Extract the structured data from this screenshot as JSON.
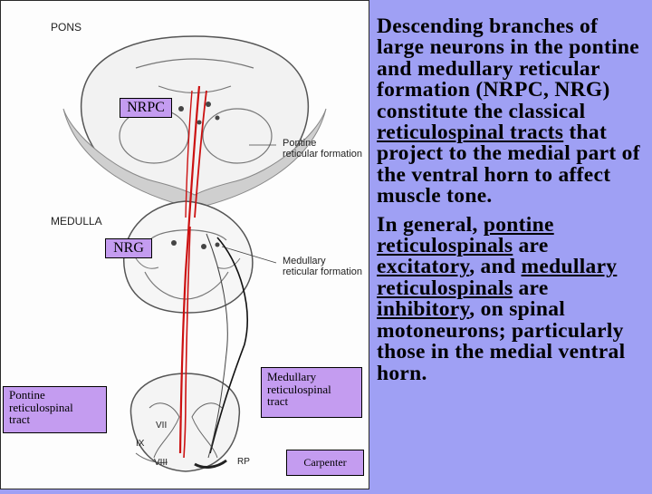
{
  "figure": {
    "labels": {
      "pons": "PONS",
      "medulla": "MEDULLA",
      "pontine_rf": [
        "Pontine",
        "reticular formation"
      ],
      "medullary_rf": [
        "Medullary",
        "reticular formation"
      ],
      "roman_7": "VII",
      "roman_9": "IX",
      "roman_8": "VIII",
      "initials": "RP"
    },
    "boxes": {
      "nrpc": "NRPC",
      "nrg": "NRG",
      "pontine_tract": [
        "Pontine",
        "reticulospinal",
        "tract"
      ],
      "medullary_tract": [
        "Medullary",
        "reticulospinal",
        "tract"
      ],
      "credit": "Carpenter"
    }
  },
  "text": {
    "p1": {
      "a": "Descending branches of large neurons in the pontine and medullary reticular formation (NRPC, NRG) constitute the classical ",
      "u1": "reticulospinal tracts",
      "b": " that project to the medial part of the ventral horn to affect muscle tone."
    },
    "p2": {
      "a": "In general, ",
      "u1": "pontine reticulospinals",
      "b": " are ",
      "u2": "excitatory",
      "c": ", and ",
      "u3": "medullary reticulospinals",
      "d": " are ",
      "u4": "inhibitory",
      "e": ", on spinal motoneurons; particularly those in the medial ventral horn."
    }
  }
}
